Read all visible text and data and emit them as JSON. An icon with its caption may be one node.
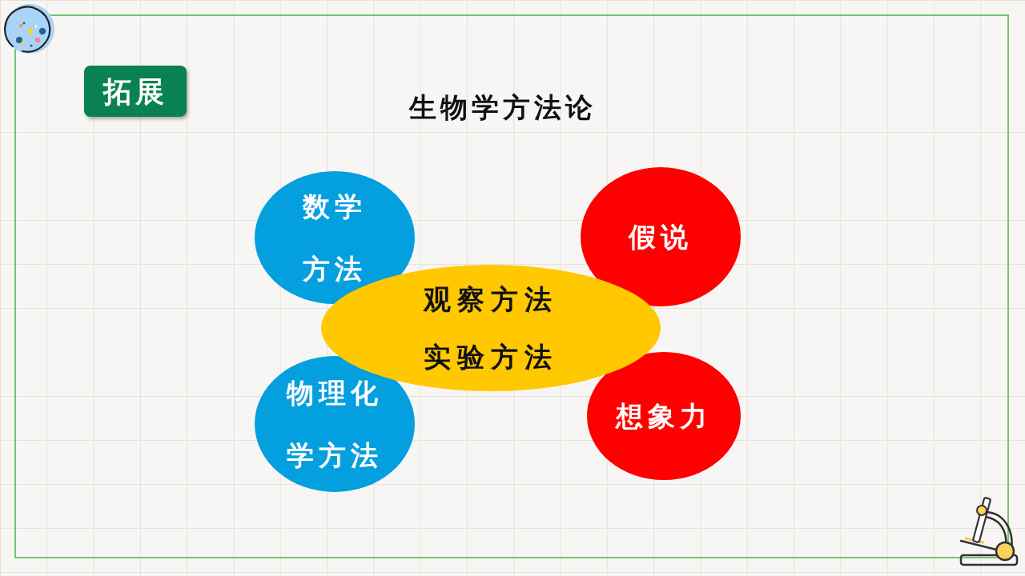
{
  "diagram": {
    "title": "生物学方法论",
    "nodes": [
      {
        "text": [
          "拓展"
        ]
      },
      {
        "text": [
          "数学方法"
        ]
      },
      {
        "text": [
          "假说"
        ]
      },
      {
        "text": [
          "观察方法",
          "实验方法"
        ]
      },
      {
        "text": [
          "物理化学方法"
        ]
      },
      {
        "text": [
          "想象力"
        ]
      }
    ]
  }
}
